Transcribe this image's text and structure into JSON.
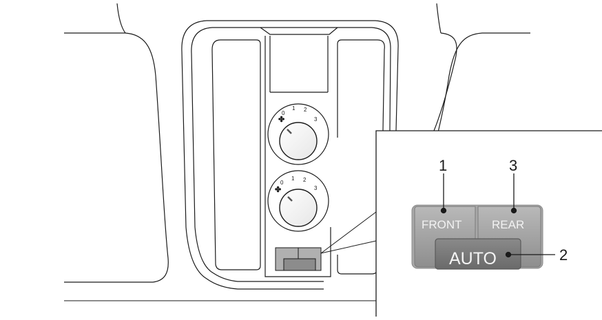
{
  "diagram": {
    "knob_upper": {
      "icon": "fan-icon",
      "scale": [
        "0",
        "1",
        "2",
        "3"
      ]
    },
    "knob_lower": {
      "icon": "fan-icon",
      "scale": [
        "0",
        "1",
        "2",
        "3"
      ]
    },
    "detail": {
      "buttons": {
        "front": "FRONT",
        "rear": "REAR",
        "auto": "AUTO"
      },
      "callouts": {
        "front": "1",
        "auto": "2",
        "rear": "3"
      }
    }
  }
}
